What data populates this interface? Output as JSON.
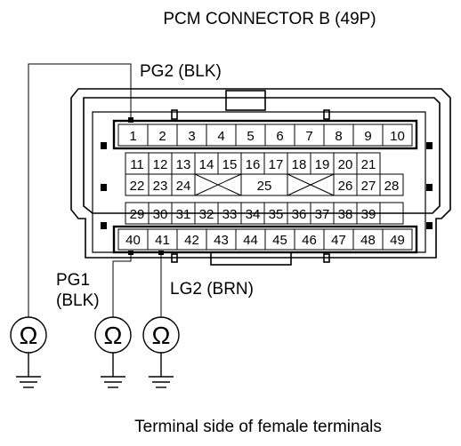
{
  "title": "PCM CONNECTOR B (49P)",
  "caption": "Terminal side of female terminals",
  "wire_labels": {
    "pg2": "PG2 (BLK)",
    "pg1_line1": "PG1",
    "pg1_line2": "(BLK)",
    "lg2": "LG2 (BRN)"
  },
  "meter_symbol": "Ω",
  "terminals": {
    "row1": [
      "1",
      "2",
      "3",
      "4",
      "5",
      "6",
      "7",
      "8",
      "9",
      "10"
    ],
    "row2": [
      "11",
      "12",
      "13",
      "14",
      "15",
      "16",
      "17",
      "18",
      "19",
      "20",
      "21"
    ],
    "row3": [
      "22",
      "23",
      "24",
      "",
      "25",
      "",
      "26",
      "27",
      "28"
    ],
    "row4": [
      "29",
      "30",
      "31",
      "32",
      "33",
      "34",
      "35",
      "36",
      "37",
      "38",
      "39"
    ],
    "row5": [
      "40",
      "41",
      "42",
      "43",
      "44",
      "45",
      "46",
      "47",
      "48",
      "49"
    ]
  },
  "icons": [
    "ohmmeter-icon",
    "ground-icon"
  ]
}
